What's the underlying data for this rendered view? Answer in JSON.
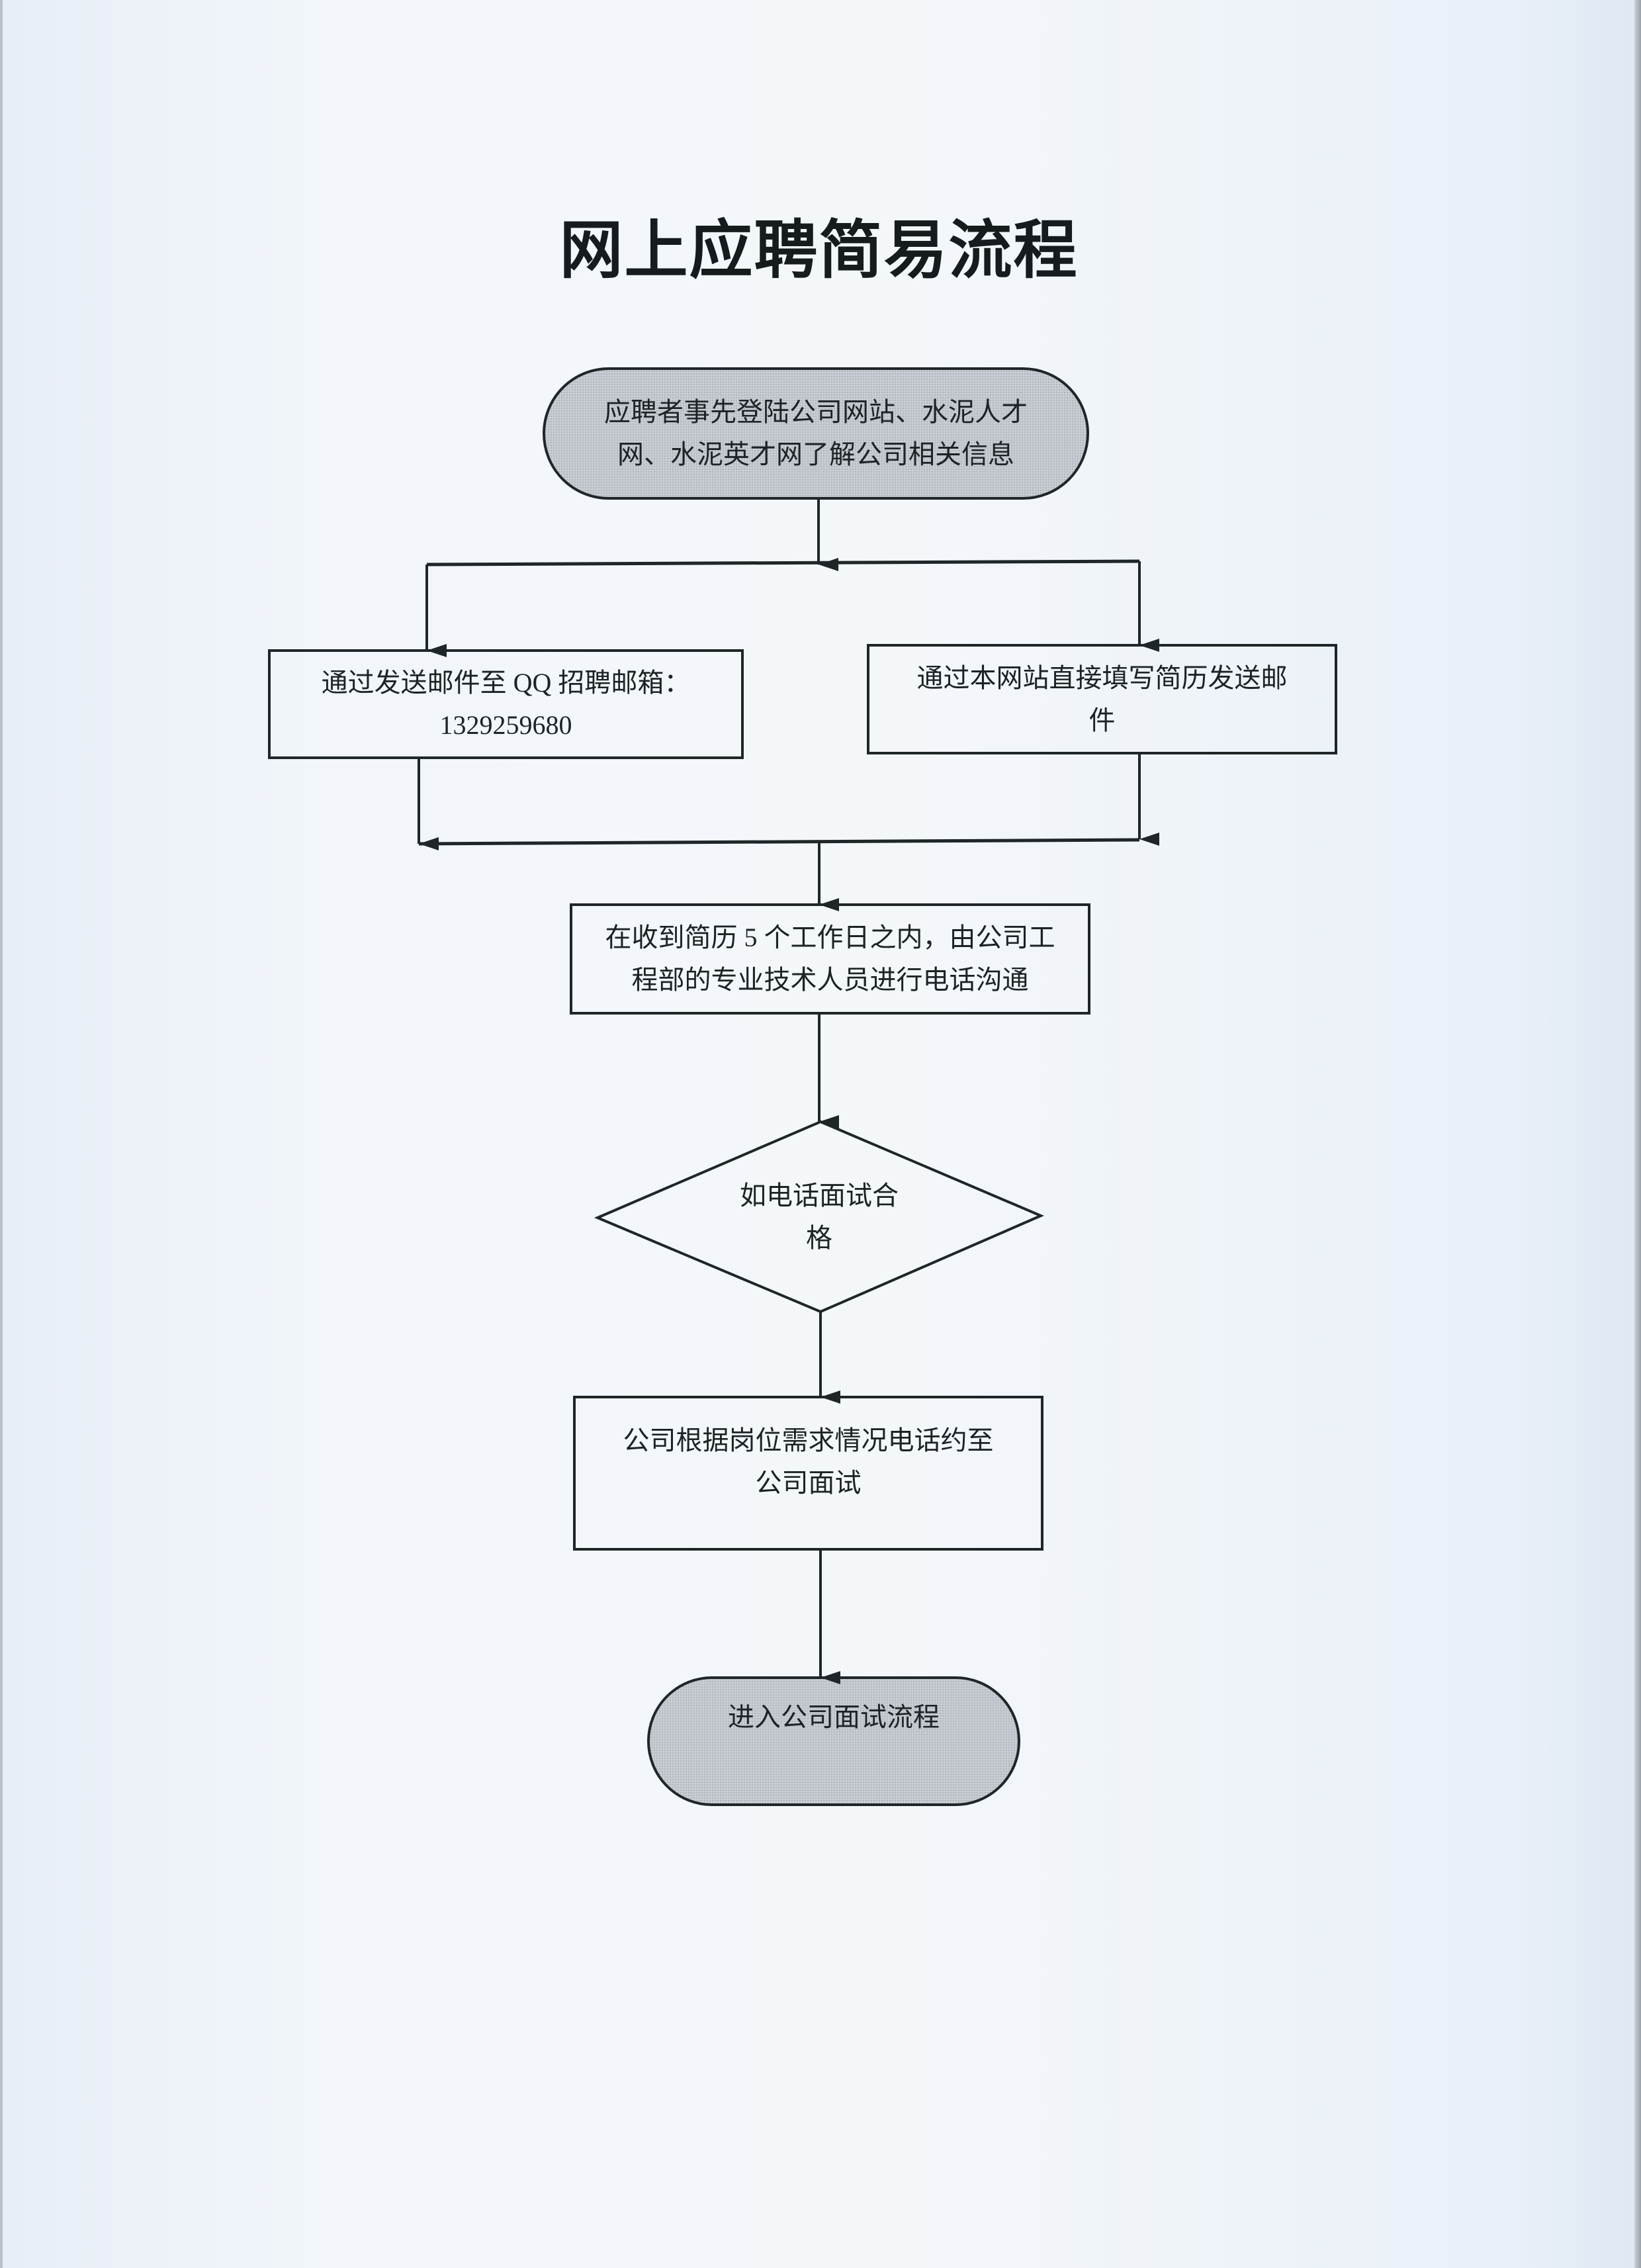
{
  "document": {
    "title": "网上应聘简易流程"
  },
  "flowchart": {
    "nodes": [
      {
        "id": "start",
        "shape": "terminal",
        "lines": [
          "应聘者事先登陆公司网站、水泥人才",
          "网、水泥英才网了解公司相关信息"
        ]
      },
      {
        "id": "email",
        "shape": "process",
        "lines": [
          "通过发送邮件至 QQ 招聘邮箱：",
          "1329259680"
        ]
      },
      {
        "id": "website",
        "shape": "process",
        "lines": [
          "通过本网站直接填写简历发送邮",
          "件"
        ]
      },
      {
        "id": "phone-contact",
        "shape": "process",
        "lines": [
          "在收到简历 5 个工作日之内，由公司工",
          "程部的专业技术人员进行电话沟通"
        ]
      },
      {
        "id": "decision",
        "shape": "decision",
        "lines": [
          "如电话面试合",
          "格"
        ]
      },
      {
        "id": "invite",
        "shape": "process",
        "lines": [
          "公司根据岗位需求情况电话约至",
          "公司面试"
        ]
      },
      {
        "id": "end",
        "shape": "terminal",
        "lines": [
          "进入公司面试流程"
        ]
      }
    ],
    "edges": [
      {
        "from": "start",
        "to": "email"
      },
      {
        "from": "start",
        "to": "website"
      },
      {
        "from": "email",
        "to": "phone-contact"
      },
      {
        "from": "website",
        "to": "phone-contact"
      },
      {
        "from": "phone-contact",
        "to": "decision"
      },
      {
        "from": "decision",
        "to": "invite"
      },
      {
        "from": "invite",
        "to": "end"
      }
    ]
  },
  "colors": {
    "line": "#1f2628",
    "terminal_fill": "#c4c9d0",
    "text": "#1d2325"
  }
}
